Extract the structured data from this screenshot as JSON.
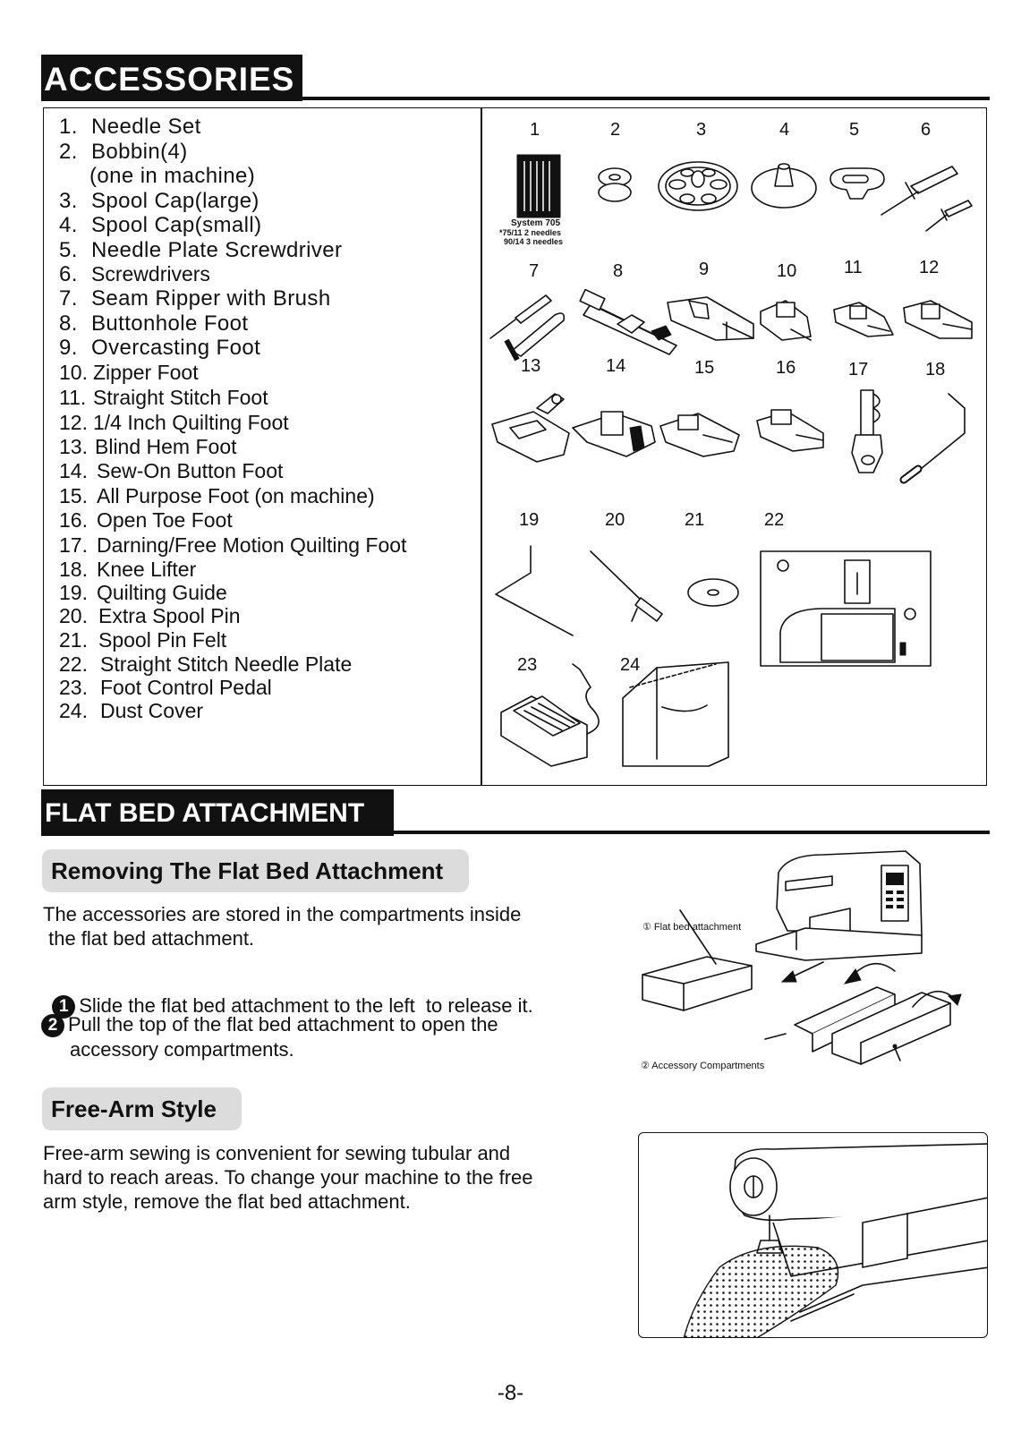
{
  "accessories": {
    "title": "ACCESSORIES",
    "items": [
      {
        "num": "1.",
        "label": "Needle Set"
      },
      {
        "num": "2.",
        "label": "Bobbin(4)"
      },
      {
        "num": "",
        "label": "(one in machine)"
      },
      {
        "num": "3.",
        "label": "Spool Cap(large)"
      },
      {
        "num": "4.",
        "label": "Spool Cap(small)"
      },
      {
        "num": "5.",
        "label": "Needle Plate Screwdriver"
      },
      {
        "num": "6.",
        "label": "Screwdrivers"
      },
      {
        "num": "7.",
        "label": "Seam Ripper with Brush"
      },
      {
        "num": "8.",
        "label": "Buttonhole Foot"
      },
      {
        "num": "9.",
        "label": "Overcasting Foot"
      },
      {
        "num": "10.",
        "label": "Zipper Foot"
      },
      {
        "num": "11.",
        "label": "Straight Stitch Foot"
      },
      {
        "num": "12.",
        "label": "1/4 Inch Quilting Foot"
      },
      {
        "num": "13.",
        "label": "Blind Hem Foot"
      },
      {
        "num": "14.",
        "label": "Sew-On Button Foot"
      },
      {
        "num": "15.",
        "label": "All Purpose Foot (on machine)"
      },
      {
        "num": "16.",
        "label": "Open Toe Foot"
      },
      {
        "num": "17.",
        "label": "Darning/Free Motion Quilting Foot"
      },
      {
        "num": "18.",
        "label": "Knee Lifter"
      },
      {
        "num": "19.",
        "label": "Quilting Guide"
      },
      {
        "num": "20.",
        "label": "Extra Spool Pin"
      },
      {
        "num": "21.",
        "label": "Spool Pin Felt"
      },
      {
        "num": "22.",
        "label": "Straight Stitch Needle Plate"
      },
      {
        "num": "23.",
        "label": "Foot Control Pedal"
      },
      {
        "num": "24.",
        "label": "Dust Cover"
      }
    ],
    "picture_numbers": [
      "1",
      "2",
      "3",
      "4",
      "5",
      "6",
      "7",
      "8",
      "9",
      "10",
      "11",
      "12",
      "13",
      "14",
      "15",
      "16",
      "17",
      "18",
      "19",
      "20",
      "21",
      "22",
      "23",
      "24"
    ],
    "needle_pack_text": {
      "line1": "System 705",
      "line2": "*75/11  2 needles",
      "line3": "90/14  3 needles"
    }
  },
  "flatbed": {
    "title": "FLAT BED ATTACHMENT",
    "removing": {
      "heading": "Removing The Flat Bed Attachment",
      "intro_line1": "The accessories are stored in the compartments inside",
      "intro_line2": " the flat bed attachment.",
      "step1_num": "1",
      "step1": "Slide the flat bed attachment to the left  to release it.",
      "step2_num": "2",
      "step2_line1": "Pull the top of the flat bed attachment to open the",
      "step2_line2": "accessory compartments.",
      "callout1": "①  Flat bed attachment",
      "callout2": "②  Accessory Compartments"
    },
    "freearm": {
      "heading": "Free-Arm Style",
      "line1": "Free-arm sewing is convenient for sewing tubular and",
      "line2": "hard to reach areas. To change your machine to the free",
      "line3": "arm style, remove the flat bed attachment."
    }
  },
  "page_number": "-8-"
}
